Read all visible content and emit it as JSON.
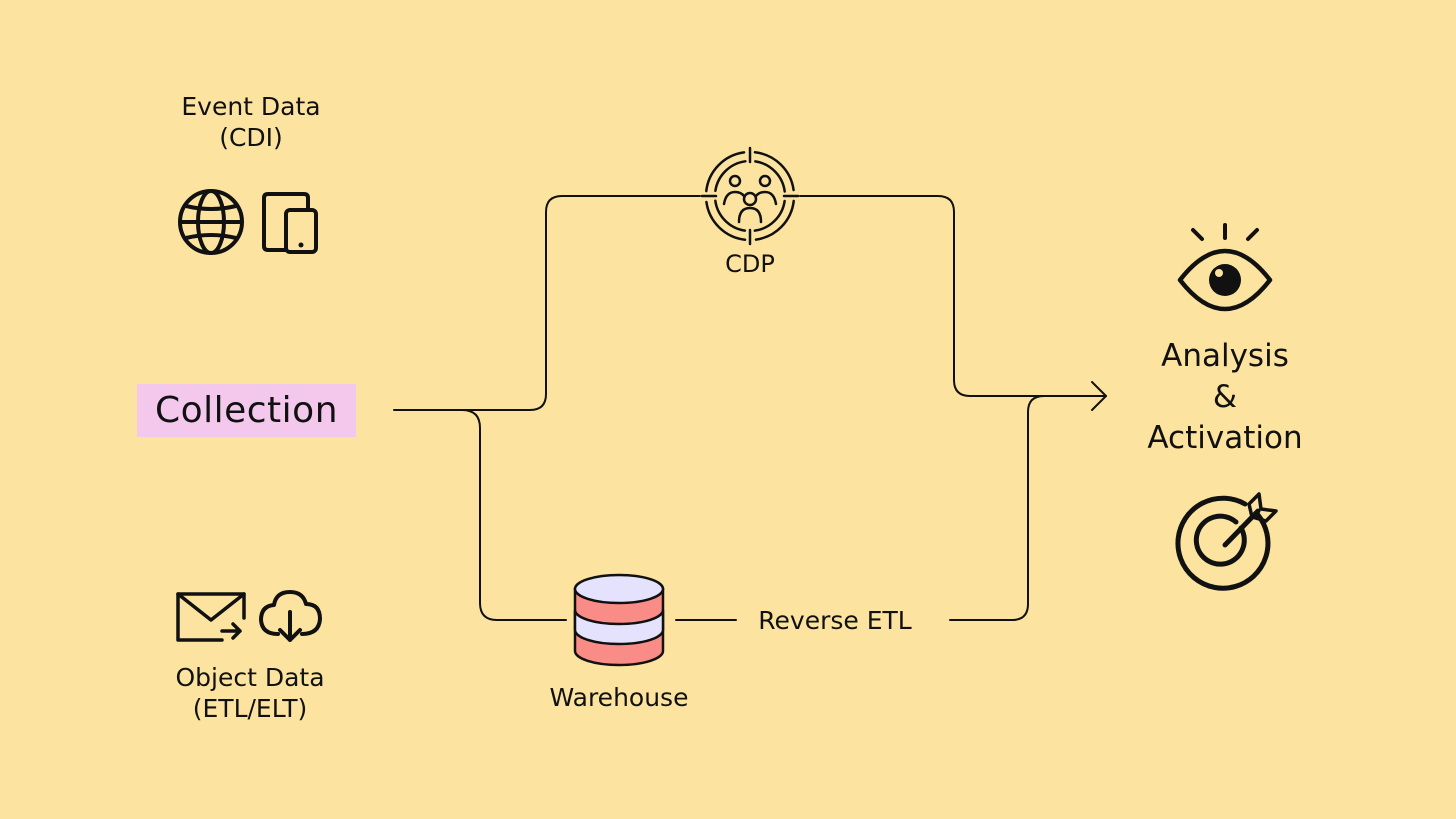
{
  "colors": {
    "background": "#FCE4A0",
    "ink": "#111111",
    "collection_highlight": "#F4C8EC",
    "warehouse_red": "#F98C86",
    "warehouse_lavender": "#E4E2FC"
  },
  "event_data": {
    "title": "Event Data",
    "subtitle": "(CDI)",
    "icons": [
      "globe-icon",
      "devices-icon"
    ]
  },
  "object_data": {
    "title": "Object Data",
    "subtitle": "(ETL/ELT)",
    "icons": [
      "mail-forward-icon",
      "cloud-download-icon"
    ]
  },
  "collection": {
    "label": "Collection"
  },
  "cdp": {
    "label": "CDP",
    "icon": "customer-target-icon"
  },
  "warehouse": {
    "label": "Warehouse",
    "icon": "database-icon"
  },
  "reverse_etl": {
    "label": "Reverse ETL"
  },
  "outcome": {
    "line1": "Analysis",
    "line2": "&",
    "line3": "Activation",
    "icons": [
      "eye-icon",
      "target-arrow-icon"
    ]
  }
}
